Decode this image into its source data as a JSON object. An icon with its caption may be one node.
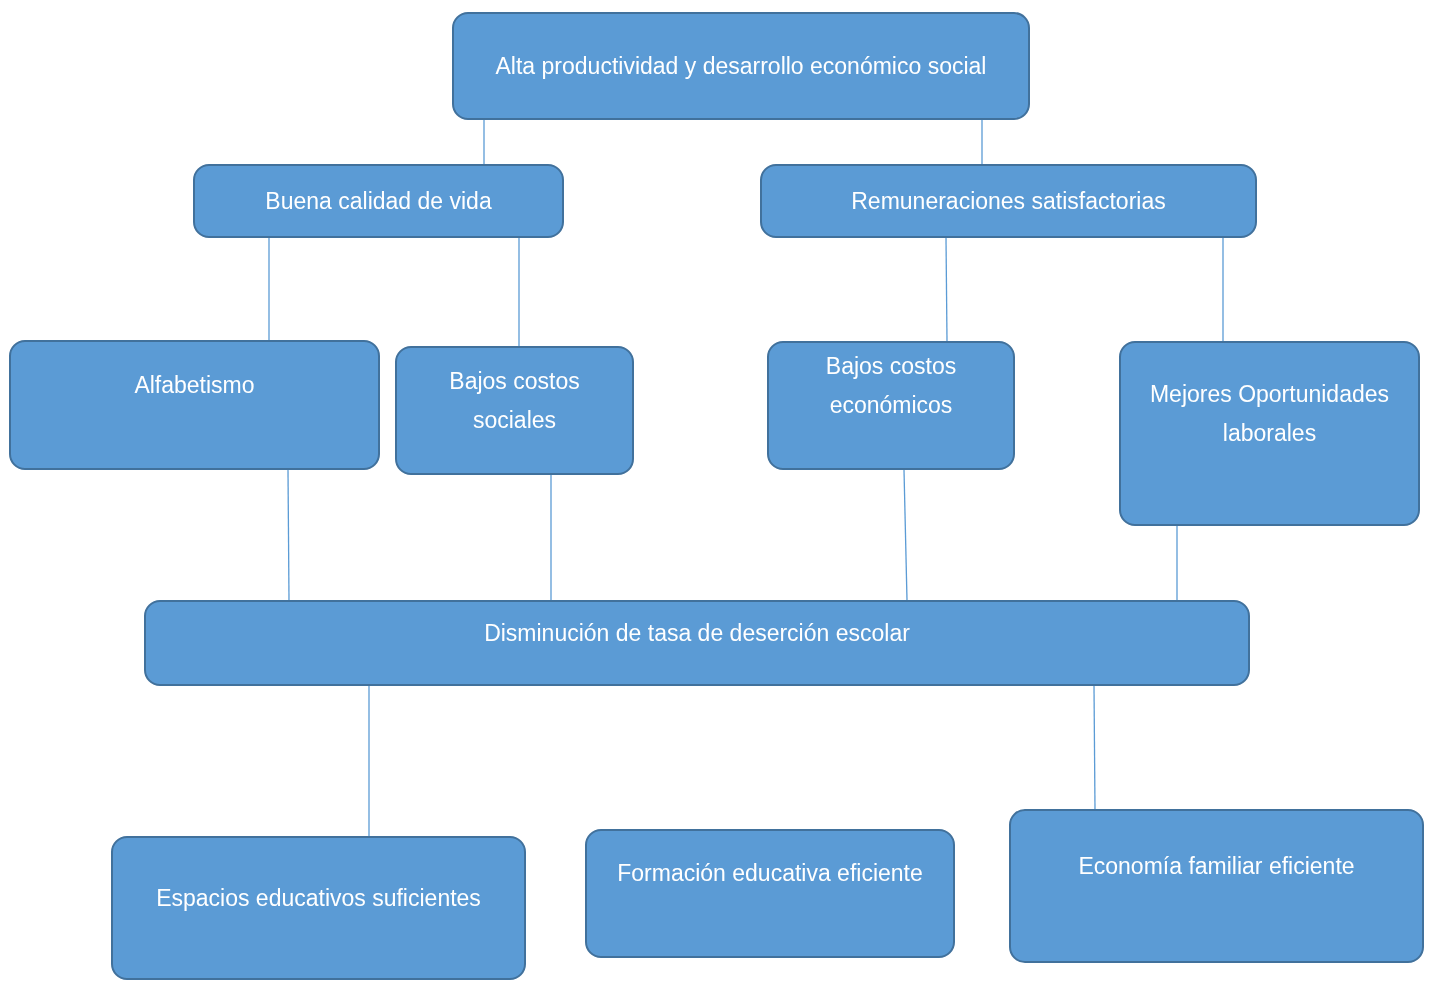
{
  "diagram": {
    "nodes": [
      {
        "text": [
          "Alta productividad y desarrollo económico social"
        ]
      },
      {
        "text": [
          "Buena calidad de vida"
        ]
      },
      {
        "text": [
          "Remuneraciones satisfactorias"
        ]
      },
      {
        "text": [
          "Alfabetismo"
        ]
      },
      {
        "text": [
          "Bajos costos sociales"
        ]
      },
      {
        "text": [
          "Bajos costos económicos"
        ]
      },
      {
        "text": [
          "Mejores Oportunidades laborales"
        ]
      },
      {
        "text": [
          "Disminución de tasa de deserción escolar"
        ]
      },
      {
        "text": [
          "Espacios educativos suficientes"
        ]
      },
      {
        "text": [
          "Formación educativa eficiente"
        ]
      },
      {
        "text": [
          "Economía familiar eficiente"
        ]
      }
    ],
    "edges": [
      {
        "from": 0,
        "to": 1,
        "arrow": "none"
      },
      {
        "from": 0,
        "to": 2,
        "arrow": "none"
      },
      {
        "from": 1,
        "to": 3,
        "arrow": "none"
      },
      {
        "from": 1,
        "to": 4,
        "arrow": "none"
      },
      {
        "from": 2,
        "to": 5,
        "arrow": "none"
      },
      {
        "from": 2,
        "to": 6,
        "arrow": "none"
      },
      {
        "from": 3,
        "to": 7,
        "arrow": "none"
      },
      {
        "from": 4,
        "to": 7,
        "arrow": "none"
      },
      {
        "from": 5,
        "to": 7,
        "arrow": "none"
      },
      {
        "from": 6,
        "to": 7,
        "arrow": "none"
      },
      {
        "from": 7,
        "to": 8,
        "arrow": "none"
      },
      {
        "from": 7,
        "to": 10,
        "arrow": "none"
      }
    ]
  }
}
